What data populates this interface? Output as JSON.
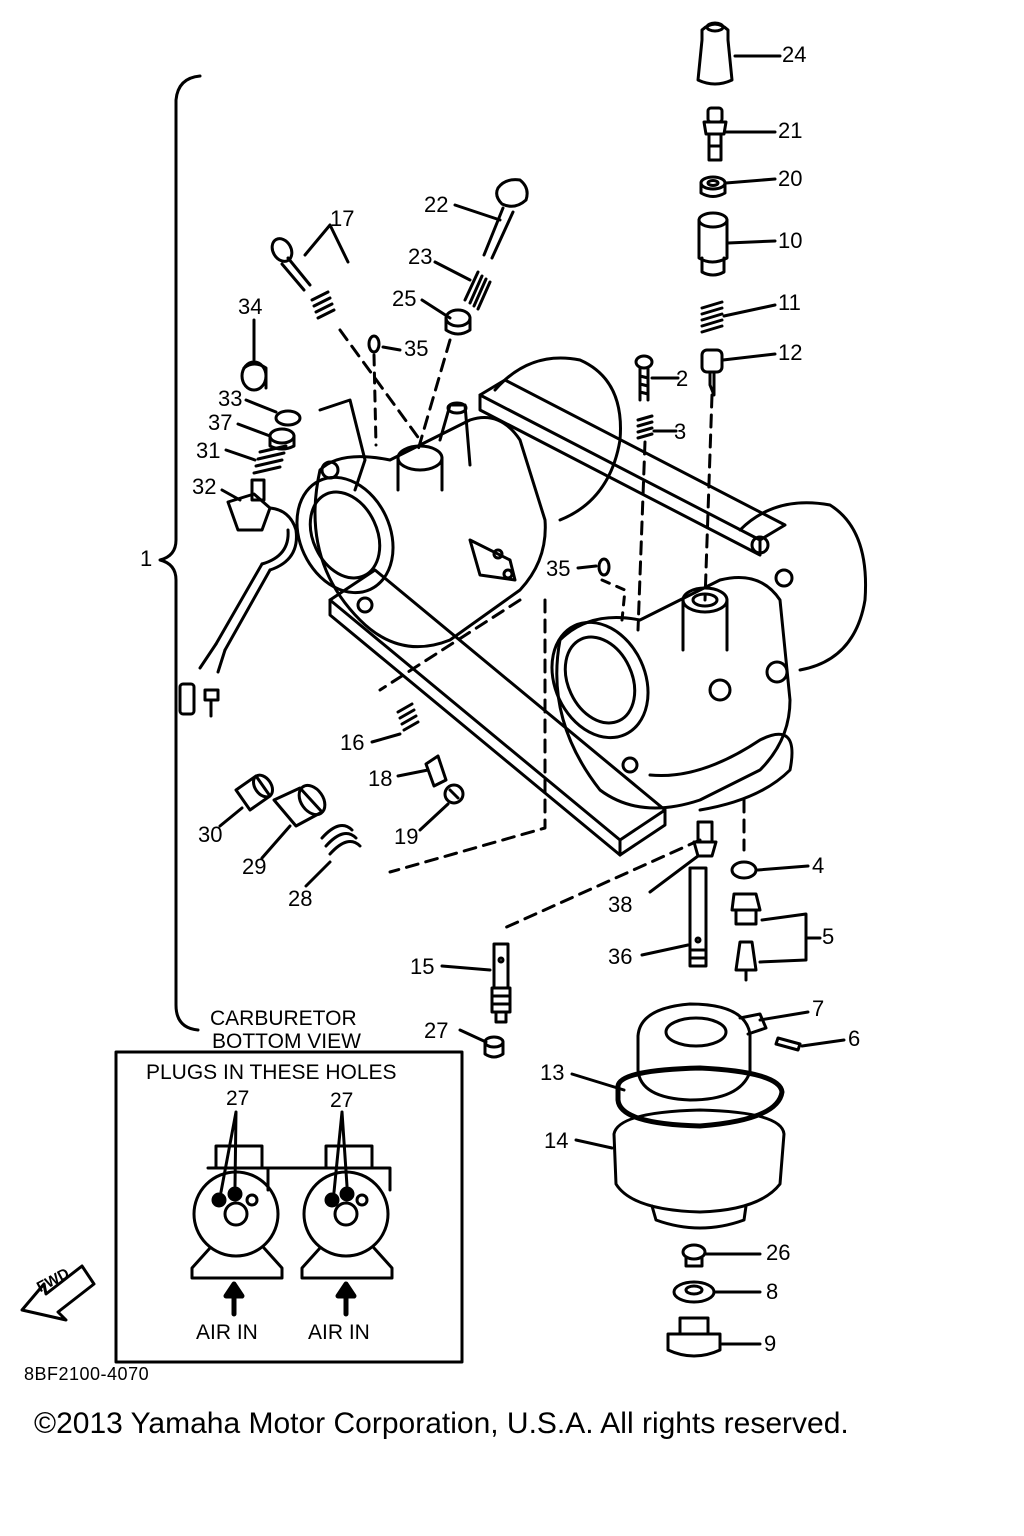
{
  "figure_code": "8BF2100-4070",
  "copyright": "©2013 Yamaha Motor Corporation, U.S.A. All rights reserved.",
  "fwd_label": "FWD",
  "inset": {
    "heading_line1": "CARBURETOR",
    "heading_line2": "BOTTOM VIEW",
    "caption": "PLUGS IN THESE HOLES",
    "callout_left": "27",
    "callout_right": "27",
    "air_in_left": "AIR IN",
    "air_in_right": "AIR IN"
  },
  "callouts": {
    "c1": "1",
    "c2": "2",
    "c3": "3",
    "c4": "4",
    "c5": "5",
    "c6": "6",
    "c7": "7",
    "c8": "8",
    "c9": "9",
    "c10": "10",
    "c11": "11",
    "c12": "12",
    "c13": "13",
    "c14": "14",
    "c15": "15",
    "c16": "16",
    "c17": "17",
    "c18": "18",
    "c19": "19",
    "c20": "20",
    "c21": "21",
    "c22": "22",
    "c23": "23",
    "c24": "24",
    "c25": "25",
    "c26": "26",
    "c27": "27",
    "c28": "28",
    "c29": "29",
    "c30": "30",
    "c31": "31",
    "c32": "32",
    "c33": "33",
    "c34": "34",
    "c35a": "35",
    "c35b": "35",
    "c36": "36",
    "c37": "37",
    "c38": "38"
  }
}
